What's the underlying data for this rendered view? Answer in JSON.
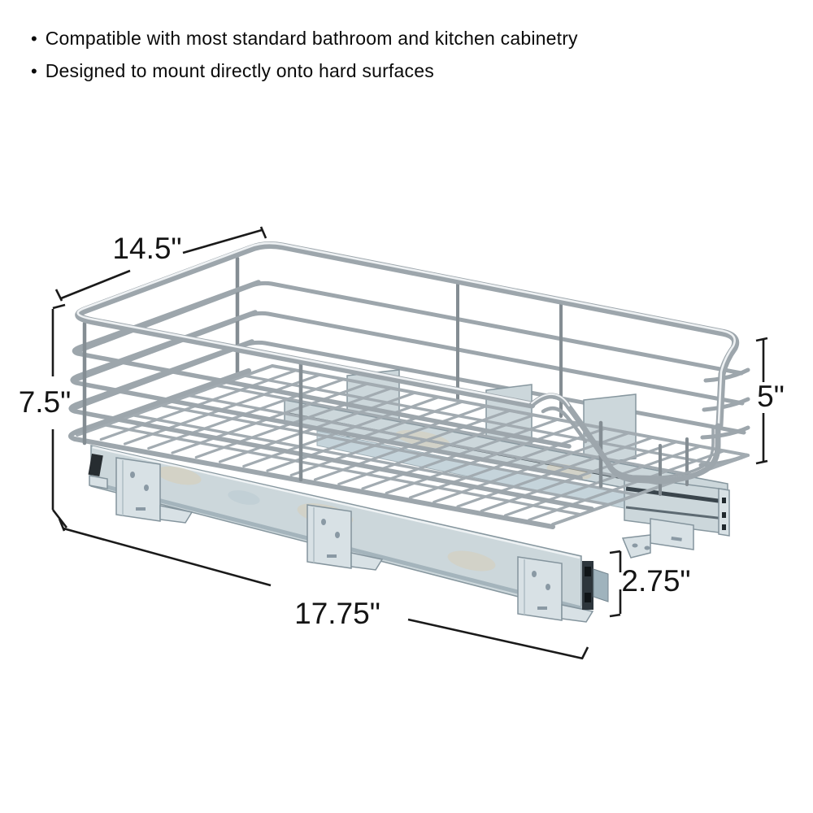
{
  "bullets": [
    "Compatible with most standard bathroom and kitchen cabinetry",
    "Designed to mount directly onto hard surfaces"
  ],
  "dimensions": {
    "top_width": "14.5\"",
    "left_height": "7.5\"",
    "right_height": "5\"",
    "bottom_length": "17.75\"",
    "slide_height": "2.75\""
  },
  "colors": {
    "background": "#ffffff",
    "dimension_lines": "#1a1a1a",
    "chrome_wire": "#9da6ac",
    "zinc_base": "#ccd7db",
    "zinc_mottle": "#d8cdb5"
  }
}
